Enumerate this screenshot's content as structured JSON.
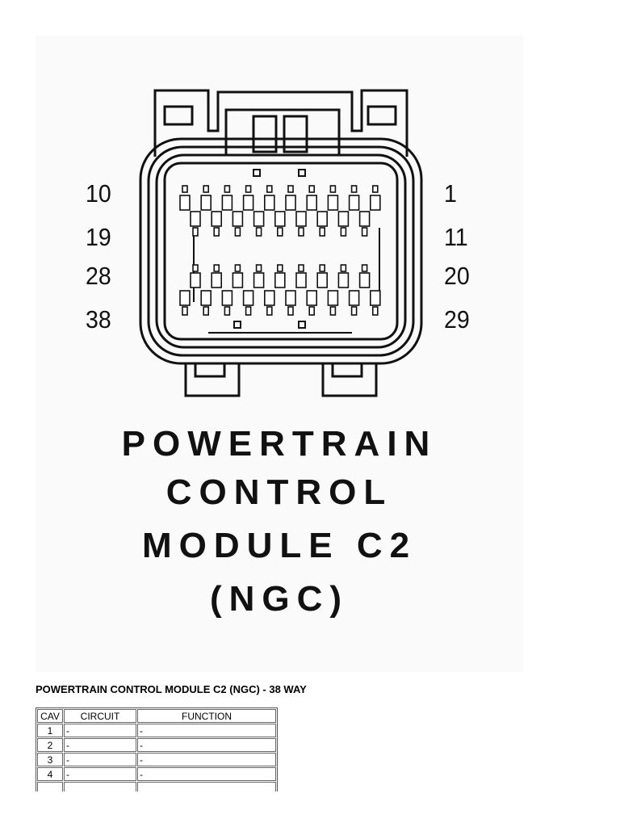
{
  "connector": {
    "pin_labels_left": [
      "10",
      "19",
      "28",
      "38"
    ],
    "pin_labels_right": [
      "1",
      "11",
      "20",
      "29"
    ],
    "title_lines": [
      "POWERTRAIN",
      "CONTROL",
      "MODULE C2",
      "(NGC)"
    ]
  },
  "heading": "POWERTRAIN CONTROL MODULE C2 (NGC) - 38 WAY",
  "table": {
    "headers": [
      "CAV",
      "CIRCUIT",
      "FUNCTION"
    ],
    "rows": [
      {
        "cav": "1",
        "circuit": "-",
        "function": "-"
      },
      {
        "cav": "2",
        "circuit": "-",
        "function": "-"
      },
      {
        "cav": "3",
        "circuit": "-",
        "function": "-"
      },
      {
        "cav": "4",
        "circuit": "-",
        "function": "-"
      },
      {
        "cav": "",
        "circuit": "",
        "function": ""
      }
    ]
  }
}
